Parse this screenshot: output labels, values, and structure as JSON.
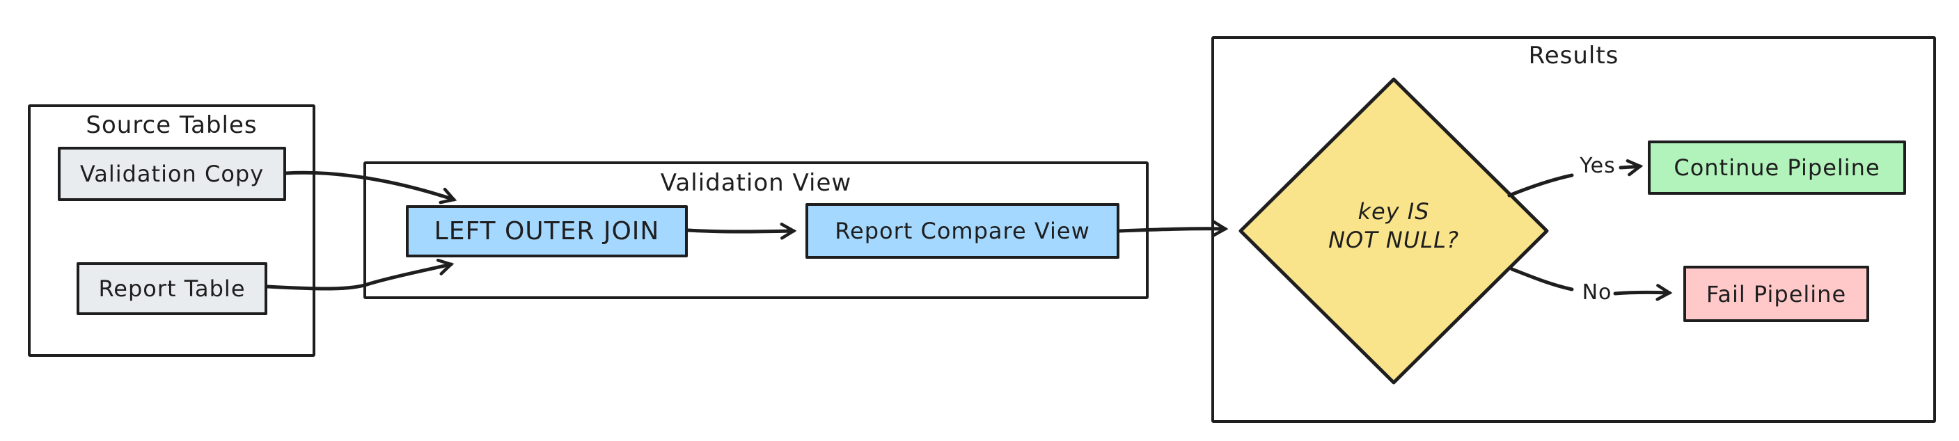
{
  "diagram": {
    "groups": {
      "source_tables": {
        "title": "Source Tables",
        "nodes": {
          "validation_copy": "Validation Copy",
          "report_table": "Report Table"
        }
      },
      "validation_view": {
        "title": "Validation View",
        "nodes": {
          "left_outer_join": "LEFT OUTER JOIN",
          "report_compare_view": "Report Compare View"
        }
      },
      "results": {
        "title": "Results",
        "decision": {
          "line1": "key IS",
          "line2": "NOT NULL?"
        },
        "outcomes": {
          "continue_pipeline": "Continue Pipeline",
          "fail_pipeline": "Fail Pipeline"
        }
      }
    },
    "edges": [
      {
        "from": "Validation Copy",
        "to": "LEFT OUTER JOIN",
        "label": ""
      },
      {
        "from": "Report Table",
        "to": "LEFT OUTER JOIN",
        "label": ""
      },
      {
        "from": "LEFT OUTER JOIN",
        "to": "Report Compare View",
        "label": ""
      },
      {
        "from": "Report Compare View",
        "to": "key IS NOT NULL?",
        "label": ""
      },
      {
        "from": "key IS NOT NULL?",
        "to": "Continue Pipeline",
        "label": "Yes"
      },
      {
        "from": "key IS NOT NULL?",
        "to": "Fail Pipeline",
        "label": "No"
      }
    ],
    "colors": {
      "stroke": "#1e1e1e",
      "gray": "#e9ecef",
      "blue": "#a5d8ff",
      "yellow": "#f9e48b",
      "green": "#b2f2bb",
      "red": "#ffc9c9",
      "background": "#ffffff"
    }
  }
}
